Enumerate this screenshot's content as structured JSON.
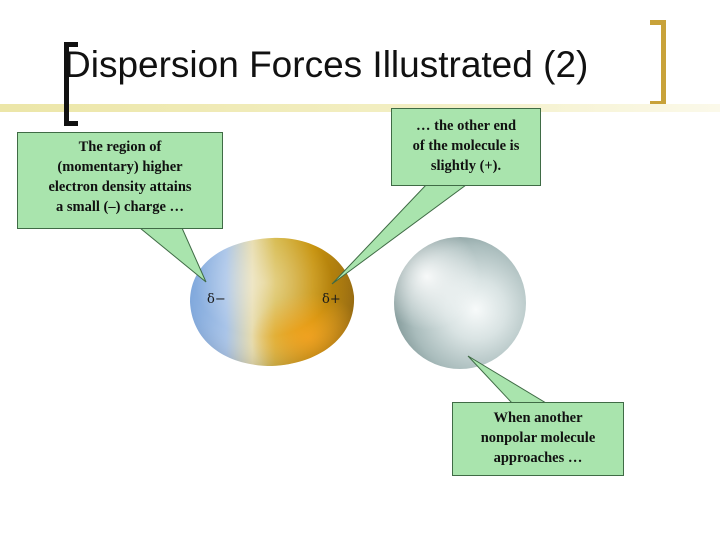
{
  "slide": {
    "title": "Dispersion Forces Illustrated (2)"
  },
  "diagram": {
    "callouts": [
      {
        "lines": [
          "The region of",
          "(momentary) higher",
          "electron density attains",
          "a small (–) charge …"
        ]
      },
      {
        "lines": [
          "… the other end",
          "of the molecule is",
          "slightly (+)."
        ]
      },
      {
        "lines": [
          "When another",
          "nonpolar molecule",
          "approaches …"
        ]
      }
    ],
    "labels": {
      "delta_minus": "δ−",
      "delta_plus": "δ+"
    }
  },
  "colors": {
    "accent_gold": "#c8a23a",
    "title_rule": "#e6df9a",
    "callout_fill": "#a9e4ad",
    "callout_border": "#3f6b45",
    "polar_negative": "#8fb4e6",
    "polar_positive": "#c8860a",
    "neutral_sphere": "#c5d4d4"
  },
  "icons": {
    "left_bracket": "title-bracket-left",
    "right_bracket": "title-bracket-right"
  }
}
